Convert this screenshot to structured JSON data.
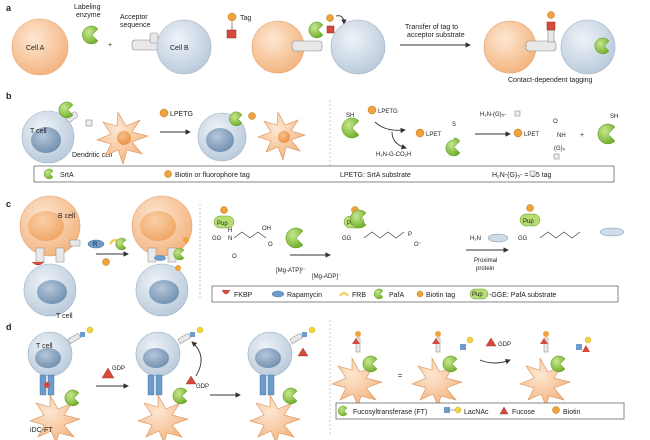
{
  "panels": {
    "a": "a",
    "b": "b",
    "c": "c",
    "d": "d"
  },
  "panel_a": {
    "cell_a": "Cell A",
    "cell_b": "Cell B",
    "labeling_enzyme_1": "Labeling",
    "labeling_enzyme_2": "enzyme",
    "acceptor_1": "Acceptor",
    "acceptor_2": "sequence",
    "plus": "+",
    "tag": "Tag",
    "transfer_1": "Transfer of tag to",
    "transfer_2": "acceptor substrate",
    "contact": "Contact-dependent tagging"
  },
  "panel_b": {
    "t_cell": "T cell",
    "dendritic_cell": "Dendritic cell",
    "lpetg_1": "LPETG",
    "sh_1": "SH",
    "lpetg_2": "LPETG",
    "lpet_1": "LPET",
    "s": "S",
    "h2n_g_co2h": "H₂N-G-CO₂H",
    "h2n_g5": "H₂N-(G)₅-",
    "lpet_2": "LPET",
    "o": "O",
    "nh": "NH",
    "g5": "(G)₅",
    "plus": "+",
    "sh_2": "SH",
    "legend": {
      "srta": "SrtA",
      "biotin": "Biotin or fluorophore tag",
      "lpetg": "LPETG: SrtA substrate",
      "g5tag": "H₂N-(G)₅-   = G5 tag"
    }
  },
  "panel_c": {
    "b_cell": "B cell",
    "t_cell": "T cell",
    "r": "R",
    "pup_1": "Pup",
    "gg_1": "GG",
    "n_1": "N",
    "h_1": "H",
    "oh_1": "OH",
    "o_1": "O",
    "o_2": "O",
    "mg_atp": "[Mg-ATP]²⁻",
    "mg_adp": "[Mg-ADP]⁻",
    "pup_2": "Pup",
    "gg_2": "GG",
    "p": "P",
    "o_minus": "O⁻",
    "h2n": "H₂N",
    "proximal_1": "Proximal",
    "proximal_2": "protein",
    "pup_3": "Pup",
    "gg_3": "GG",
    "legend": {
      "fkbp": "FKBP",
      "rapamycin": "Rapamycin",
      "frb": "FRB",
      "pafa": "PafA",
      "biotin": "Biotin tag",
      "pup_small": "Pup",
      "substrate": "-GGE: PafA substrate"
    }
  },
  "panel_d": {
    "t_cell": "T cell",
    "idc_ft": "iDC-FT",
    "gdp_1": "GDP",
    "gdp_2": "GDP",
    "gdp_3": "GDP",
    "equals": "=",
    "legend": {
      "ft": "Fucosyltransferase (FT)",
      "lacnac": "LacNAc",
      "fucose": "Fucose",
      "biotin": "Biotin"
    }
  },
  "colors": {
    "orange_cell": "#f7c9a0",
    "orange_nucleus": "#f3a866",
    "blue_cell": "#cfdbe7",
    "blue_nucleus": "#8fa9c2",
    "green_enzyme": "#8cc63f",
    "tag_orange": "#f0a33c",
    "red": "#d64a3a",
    "yellow": "#f5d33f",
    "frb": "#f2c84b",
    "lacnac_blue": "#6d9ccb"
  }
}
